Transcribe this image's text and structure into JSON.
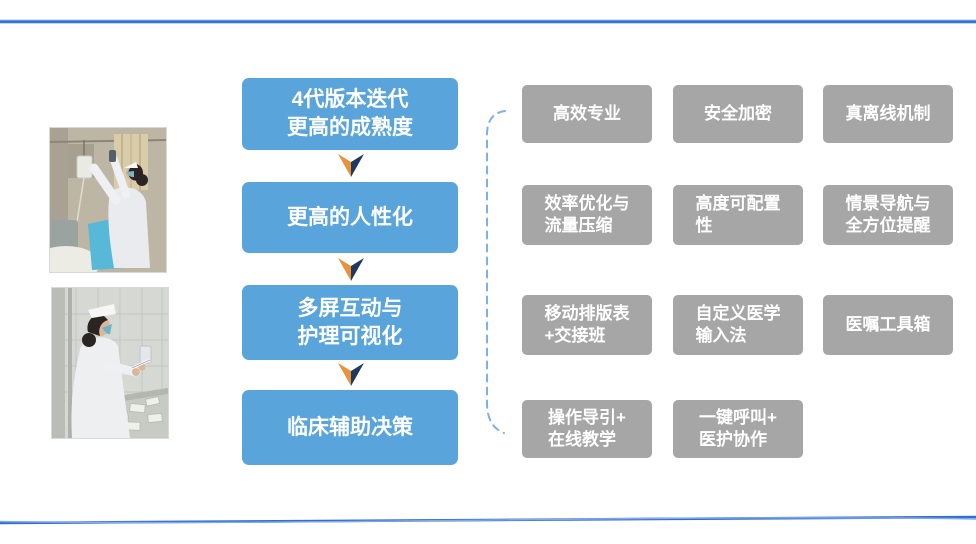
{
  "slide": {
    "background": "#ffffff"
  },
  "colors": {
    "stage_blue": "#58a4db",
    "feature_gray": "#a6a6a6",
    "arrow_orange": "#e8923a",
    "arrow_navy": "#1e3a5f",
    "brace_blue": "#7db0e6",
    "accent_line_blue": "#2e6fd6",
    "text_white": "#ffffff"
  },
  "photos": {
    "first": "nurse-adjusting-iv-photo",
    "second": "nurse-preparing-medication-photo"
  },
  "stages": [
    {
      "label": "4代版本迭代\n更高的成熟度"
    },
    {
      "label": "更高的人性化"
    },
    {
      "label": "多屏互动与\n护理可视化"
    },
    {
      "label": "临床辅助决策"
    }
  ],
  "features": {
    "rows": [
      {
        "items": [
          "高效专业",
          "安全加密",
          "真离线机制"
        ]
      },
      {
        "items": [
          "效率优化与\n流量压缩",
          "高度可配置\n性",
          "情景导航与\n全方位提醒"
        ]
      },
      {
        "items": [
          "移动排版表\n+交接班",
          "自定义医学\n输入法",
          "医嘱工具箱"
        ]
      },
      {
        "items": [
          "操作导引+\n在线教学",
          "一键呼叫+\n医护协作"
        ]
      }
    ]
  }
}
